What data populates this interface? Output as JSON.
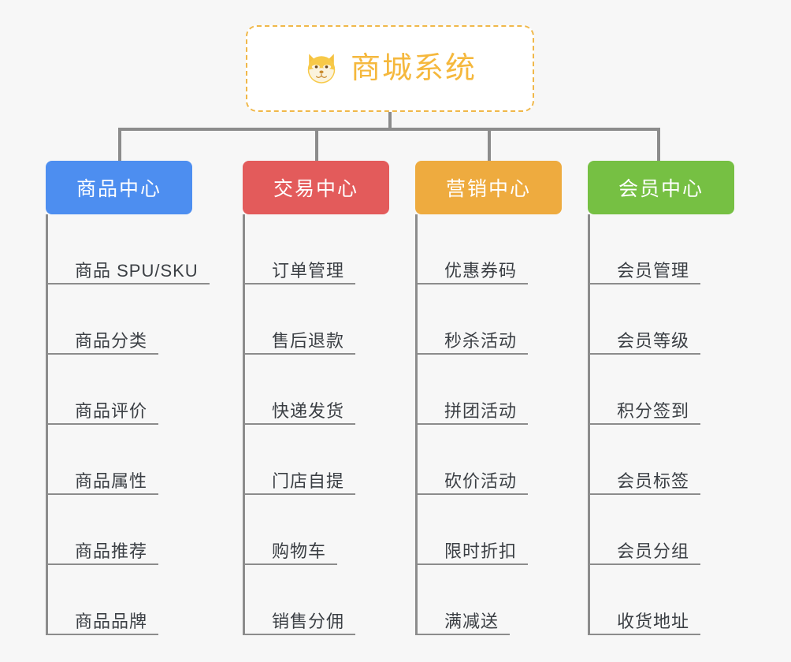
{
  "page": {
    "background_color": "#f7f7f7",
    "type": "mind-map"
  },
  "root": {
    "title": "商城系统",
    "icon": "shiba-dog-icon",
    "text_color": "#f5b83d",
    "border_color": "#f0b84a",
    "background_color": "#ffffff"
  },
  "connector_color": "#8c8c8c",
  "columns": [
    {
      "title": "商品中心",
      "color": "#4d8ef0",
      "items": [
        "商品 SPU/SKU",
        "商品分类",
        "商品评价",
        "商品属性",
        "商品推荐",
        "商品品牌"
      ]
    },
    {
      "title": "交易中心",
      "color": "#e35b5b",
      "items": [
        "订单管理",
        "售后退款",
        "快递发货",
        "门店自提",
        "购物车",
        "销售分佣"
      ]
    },
    {
      "title": "营销中心",
      "color": "#eeab3f",
      "items": [
        "优惠券码",
        "秒杀活动",
        "拼团活动",
        "砍价活动",
        "限时折扣",
        "满减送"
      ]
    },
    {
      "title": "会员中心",
      "color": "#76c043",
      "items": [
        "会员管理",
        "会员等级",
        "积分签到",
        "会员标签",
        "会员分组",
        "收货地址"
      ]
    }
  ]
}
